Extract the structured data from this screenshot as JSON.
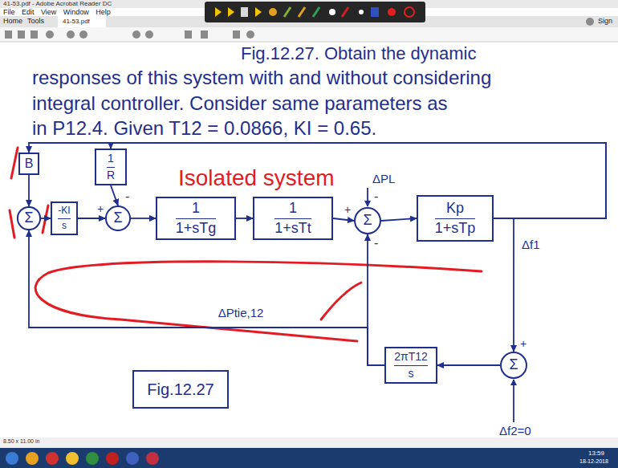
{
  "diagram": {
    "nodes": [
      {
        "text": [
          "B"
        ]
      },
      {
        "text": [
          "1",
          "R"
        ]
      },
      {
        "text": [
          "Σ"
        ]
      },
      {
        "text": [
          "-KI",
          "s"
        ]
      },
      {
        "text": [
          "Σ"
        ]
      },
      {
        "text": [
          "1",
          "1+sTg"
        ]
      },
      {
        "text": [
          "1",
          "1+sTt"
        ]
      },
      {
        "text": [
          "Σ"
        ]
      },
      {
        "text": [
          "Kp",
          "1+sTp"
        ]
      },
      {
        "text": [
          "2πT12",
          "s"
        ]
      },
      {
        "text": [
          "Σ"
        ]
      },
      {
        "text": [
          "Fig.12.27"
        ]
      }
    ],
    "edges": [
      {
        "from": 2,
        "to": 3,
        "arrow": "to"
      },
      {
        "from": 3,
        "to": 4,
        "arrow": "to"
      },
      {
        "from": 1,
        "to": 4,
        "arrow": "to"
      },
      {
        "from": 4,
        "to": 5,
        "arrow": "to"
      },
      {
        "from": 5,
        "to": 6,
        "arrow": "to"
      },
      {
        "from": 6,
        "to": 7,
        "arrow": "to"
      },
      {
        "from": 7,
        "to": 8,
        "arrow": "to"
      },
      {
        "from": 8,
        "to": 10,
        "arrow": "to"
      },
      {
        "from": 8,
        "to": 1,
        "arrow": "to"
      },
      {
        "from": 8,
        "to": 0,
        "arrow": "to"
      },
      {
        "from": 0,
        "to": 2,
        "arrow": "to"
      },
      {
        "from": 10,
        "to": 9,
        "arrow": "to"
      },
      {
        "from": 9,
        "to": 7,
        "arrow": "to"
      },
      {
        "from": 9,
        "to": 2,
        "label": "ΔPtie,12",
        "arrow": "to"
      }
    ],
    "labels": [
      "41-53.pdf - Adobe Acrobat Reader DC",
      "File Edit View Window Help",
      "Home",
      "Tools",
      "41-53.pdf",
      "Sign",
      "Fig.12.27. Obtain the dynamic",
      "responses of this system with and without considering",
      "integral controller. Consider same parameters as",
      "in P12.4. Given T12 = 0.0866, KI = 0.65.",
      "Isolated system",
      "ΔPL",
      "Δf1",
      "Δf2=0",
      "+",
      "-",
      "+",
      "-",
      "-",
      "+",
      "8.50 x 11.00 in",
      "13:59",
      "18-12-2018"
    ]
  }
}
